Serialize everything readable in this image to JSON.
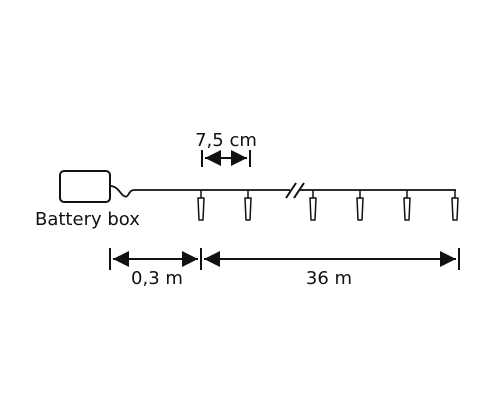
{
  "diagram": {
    "labels": {
      "spacing": "7,5 cm",
      "battery": "Battery box",
      "lead_length": "0,3 m",
      "string_length": "36 m"
    },
    "bulb_count_visible": 6,
    "line_color": "#111111"
  }
}
